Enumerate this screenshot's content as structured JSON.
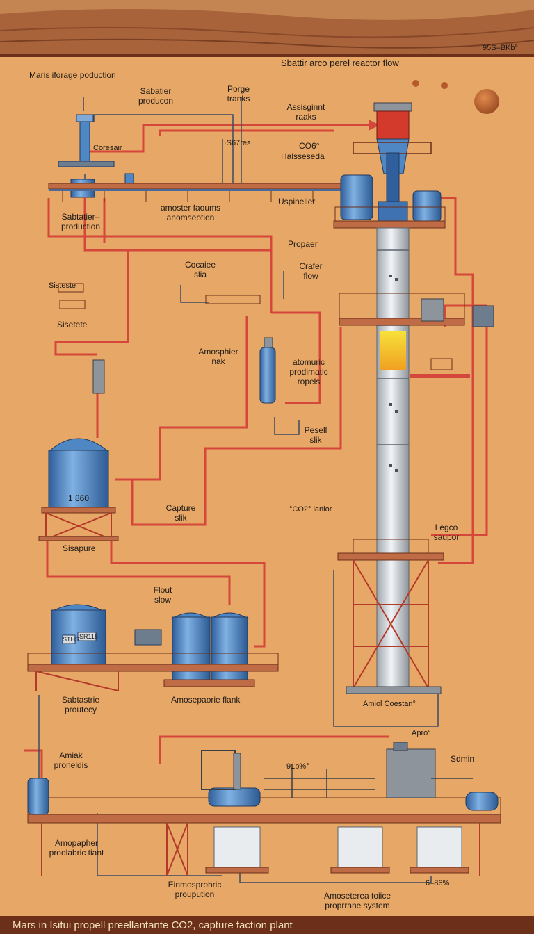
{
  "header": {
    "title": "Sbattir arco perel reactor flow",
    "code": "95S–BKb°"
  },
  "labels": {
    "mars_storage": "Maris iforage poduction",
    "sabatier_top": [
      "Sabatier",
      "producon"
    ],
    "porge_tanks": [
      "Porge",
      "tranks"
    ],
    "assistant_tanks": [
      "Assisginnt",
      "raaks"
    ],
    "coresair": "Coresair",
    "s7": "·S67res",
    "co6": "CO6°",
    "halsseseda": "Halsseseda",
    "sabatier_prod": [
      "Sabtatier–",
      "production"
    ],
    "amoster": [
      "amoster faoums",
      "anomseotion"
    ],
    "upspineller": "Uspineller",
    "propaer": "Propaer",
    "crafer_flow": [
      "Crafer",
      "flow"
    ],
    "cocaiee_slia": [
      "Cocaiee",
      "slia"
    ],
    "sisteste": "Sisteste",
    "sisetete": "Sisetete",
    "amosphier": [
      "Amosphier",
      "nak"
    ],
    "atomuric": [
      "atomuric",
      "prodimatic",
      "ropels"
    ],
    "pesell": [
      "Pesell",
      "slik"
    ],
    "tank_num": "1 860",
    "capture_slik": [
      "Capture",
      "slik"
    ],
    "co2_ianior": "°CO2° ianior",
    "legco_saupor": [
      "Legco",
      "saupor"
    ],
    "sisapure": "Sisapure",
    "flout_slow": [
      "Flout",
      "slow"
    ],
    "tank_badge_1": "STHS",
    "tank_badge_2": "SR118",
    "sabtastrie": [
      "Sabtastrie",
      "proutecy"
    ],
    "amosepaorie": "Amosepaorie flank",
    "amiol_coestan": "Amiol   Coestan°",
    "apro": "Apro°",
    "sdmin": "Sdmin",
    "amiak": [
      "Amiak",
      "proneldis"
    ],
    "pct_91": "91b%°",
    "amopapher": [
      "Amopapher",
      "proolabric tiant"
    ],
    "einmosprohric": [
      "Einmosprohric",
      "proupution"
    ],
    "amoseterea": [
      "Amoseterea toiice",
      "proprrane system"
    ],
    "pct_6": "6–86%"
  },
  "footer": {
    "title": "Mars in Isitui  propell preellantante CO2, capture faction plant"
  },
  "colors": {
    "background": "#e7a766",
    "ground": "#a8633a",
    "pipe_red": "#d4473a",
    "tank_blue": "#4f86c4",
    "column_grey": "#d9dde2",
    "mars_planet": "#c2662e",
    "footer_band": "#6b2f1a"
  }
}
